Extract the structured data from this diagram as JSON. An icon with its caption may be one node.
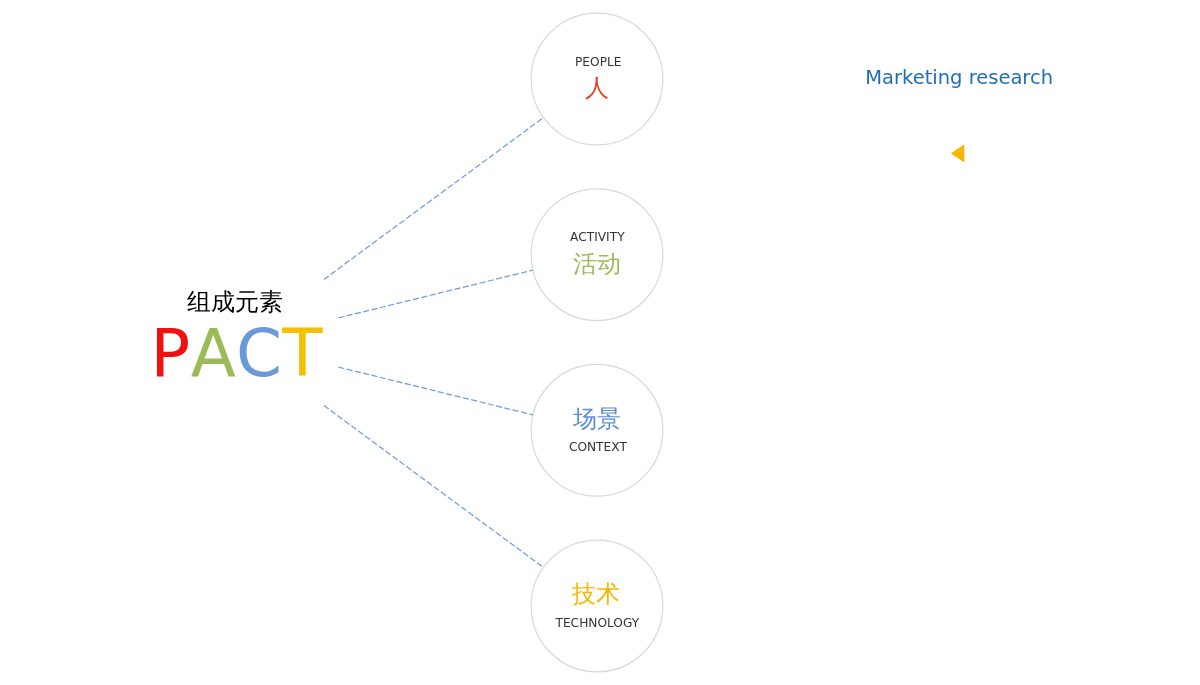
{
  "diagram": {
    "nodes": [
      {
        "text": [
          "组成元素",
          "PACT"
        ]
      },
      {
        "text": [
          "PEOPLE",
          "人"
        ]
      },
      {
        "text": [
          "ACTIVITY",
          "活动"
        ]
      },
      {
        "text": [
          "场景",
          "CONTEXT"
        ]
      },
      {
        "text": [
          "技术",
          "TECHNOLOGY"
        ]
      }
    ],
    "edges": [
      {
        "from": 0,
        "to": 1,
        "arrow": "none",
        "style": "dashed"
      },
      {
        "from": 0,
        "to": 2,
        "arrow": "none",
        "style": "dashed"
      },
      {
        "from": 0,
        "to": 3,
        "arrow": "none",
        "style": "dashed"
      },
      {
        "from": 0,
        "to": 4,
        "arrow": "none",
        "style": "dashed"
      }
    ],
    "labels": [
      "Marketing research"
    ]
  }
}
